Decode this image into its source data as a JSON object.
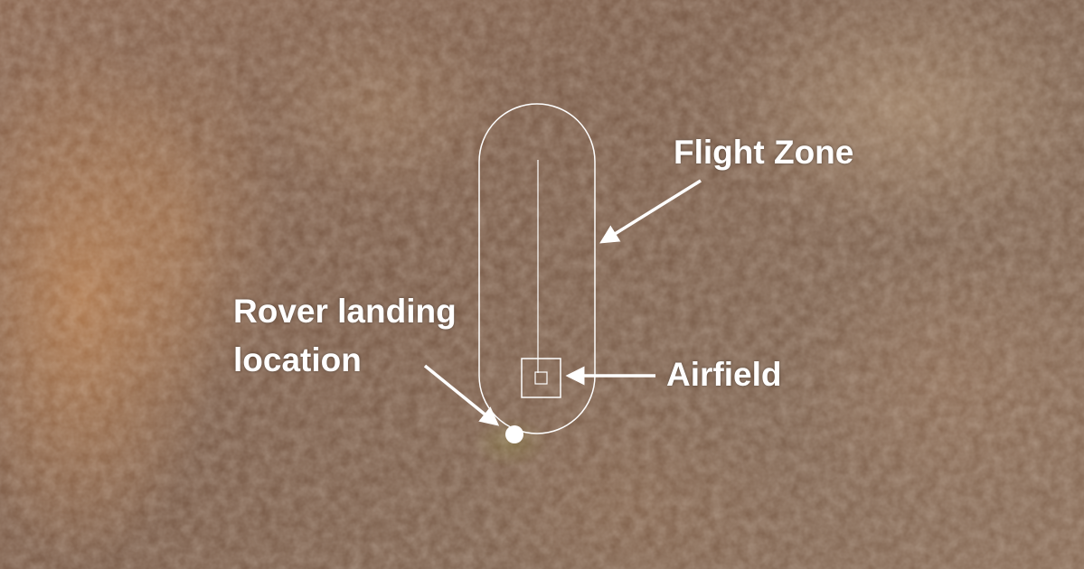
{
  "annotations": {
    "flight_zone": "Flight Zone",
    "rover_landing_line1": "Rover landing",
    "rover_landing_line2": "location",
    "airfield": "Airfield"
  },
  "colors": {
    "annotation": "#ffffff",
    "terrain": "#806552"
  }
}
